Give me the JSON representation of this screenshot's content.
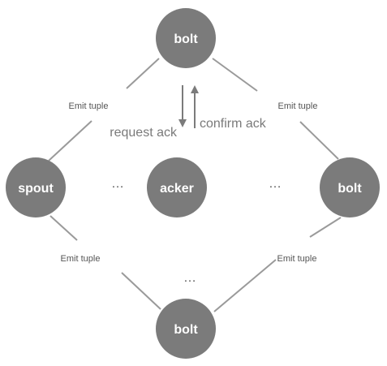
{
  "colors": {
    "node_fill": "#7b7b7b",
    "edge": "#9a9a9a",
    "arrow": "#7b7b7b",
    "node_text": "#ffffff"
  },
  "nodes": {
    "top": "bolt",
    "left": "spout",
    "center": "acker",
    "right": "bolt",
    "bottom": "bolt"
  },
  "edges": {
    "top_left": "Emit tuple",
    "top_right": "Emit tuple",
    "bottom_left": "Emit tuple",
    "bottom_right": "Emit tuple"
  },
  "ack": {
    "request": "request ack",
    "confirm": "confirm ack"
  },
  "ellipses": {
    "left": "…",
    "right": "…",
    "bottom": "…"
  }
}
